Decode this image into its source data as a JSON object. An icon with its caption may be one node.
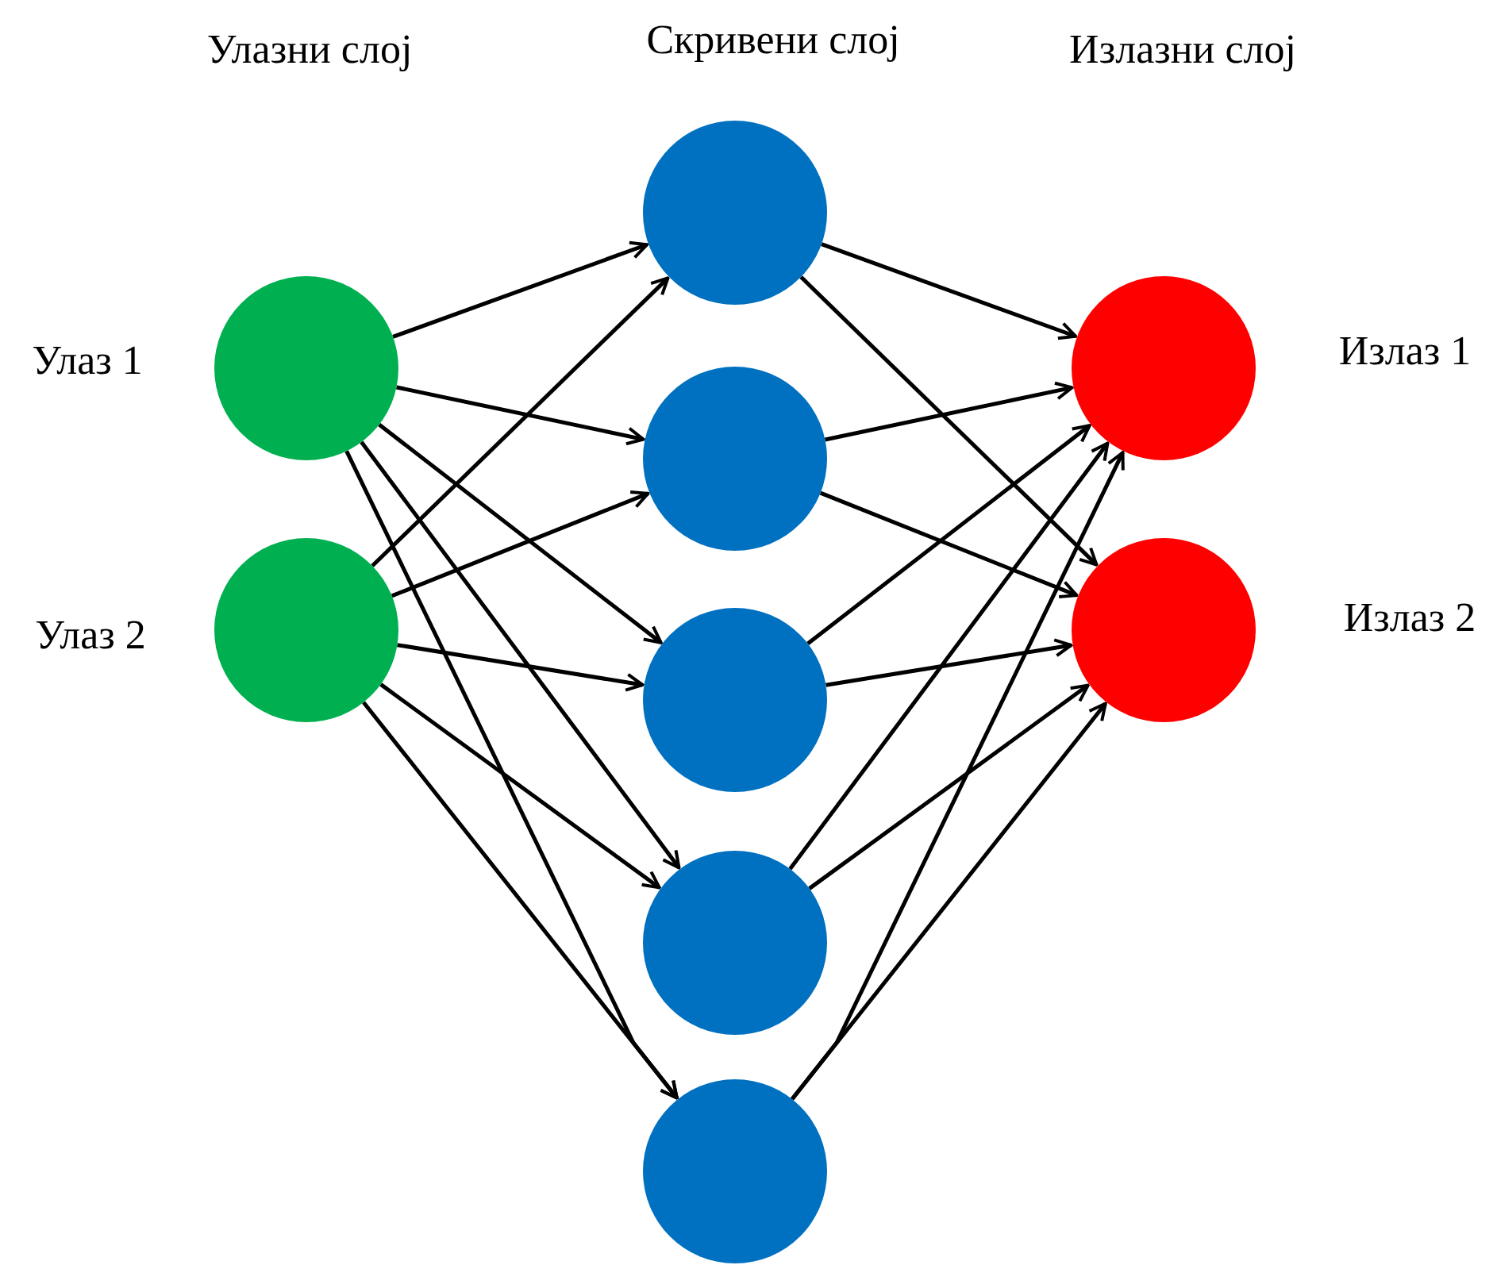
{
  "diagram": {
    "nodes": [
      {
        "text": [],
        "shape": "circle",
        "beside": [
          "Улаз 1"
        ]
      },
      {
        "text": [],
        "shape": "circle",
        "beside": [
          "Улаз 2"
        ]
      },
      {
        "text": [],
        "shape": "circle"
      },
      {
        "text": [],
        "shape": "circle"
      },
      {
        "text": [],
        "shape": "circle"
      },
      {
        "text": [],
        "shape": "circle"
      },
      {
        "text": [],
        "shape": "circle"
      },
      {
        "text": [],
        "shape": "circle",
        "beside": [
          "Излаз 1"
        ]
      },
      {
        "text": [],
        "shape": "circle",
        "beside": [
          "Излаз 2"
        ]
      }
    ],
    "edges": [
      {
        "from": 0,
        "to": 2,
        "arrow": "to"
      },
      {
        "from": 0,
        "to": 3,
        "arrow": "to"
      },
      {
        "from": 0,
        "to": 4,
        "arrow": "to"
      },
      {
        "from": 0,
        "to": 5,
        "arrow": "to"
      },
      {
        "from": 0,
        "to": 6,
        "arrow": "to"
      },
      {
        "from": 1,
        "to": 2,
        "arrow": "to"
      },
      {
        "from": 1,
        "to": 3,
        "arrow": "to"
      },
      {
        "from": 1,
        "to": 4,
        "arrow": "to"
      },
      {
        "from": 1,
        "to": 5,
        "arrow": "to"
      },
      {
        "from": 1,
        "to": 6,
        "arrow": "to"
      },
      {
        "from": 2,
        "to": 7,
        "arrow": "to"
      },
      {
        "from": 2,
        "to": 8,
        "arrow": "to"
      },
      {
        "from": 3,
        "to": 7,
        "arrow": "to"
      },
      {
        "from": 3,
        "to": 8,
        "arrow": "to"
      },
      {
        "from": 4,
        "to": 7,
        "arrow": "to"
      },
      {
        "from": 4,
        "to": 8,
        "arrow": "to"
      },
      {
        "from": 5,
        "to": 7,
        "arrow": "to"
      },
      {
        "from": 5,
        "to": 8,
        "arrow": "to"
      },
      {
        "from": 6,
        "to": 7,
        "arrow": "to"
      },
      {
        "from": 6,
        "to": 8,
        "arrow": "to"
      }
    ],
    "labels": [
      "Улазни слој",
      "Скривени слој",
      "Излазни слој"
    ]
  }
}
